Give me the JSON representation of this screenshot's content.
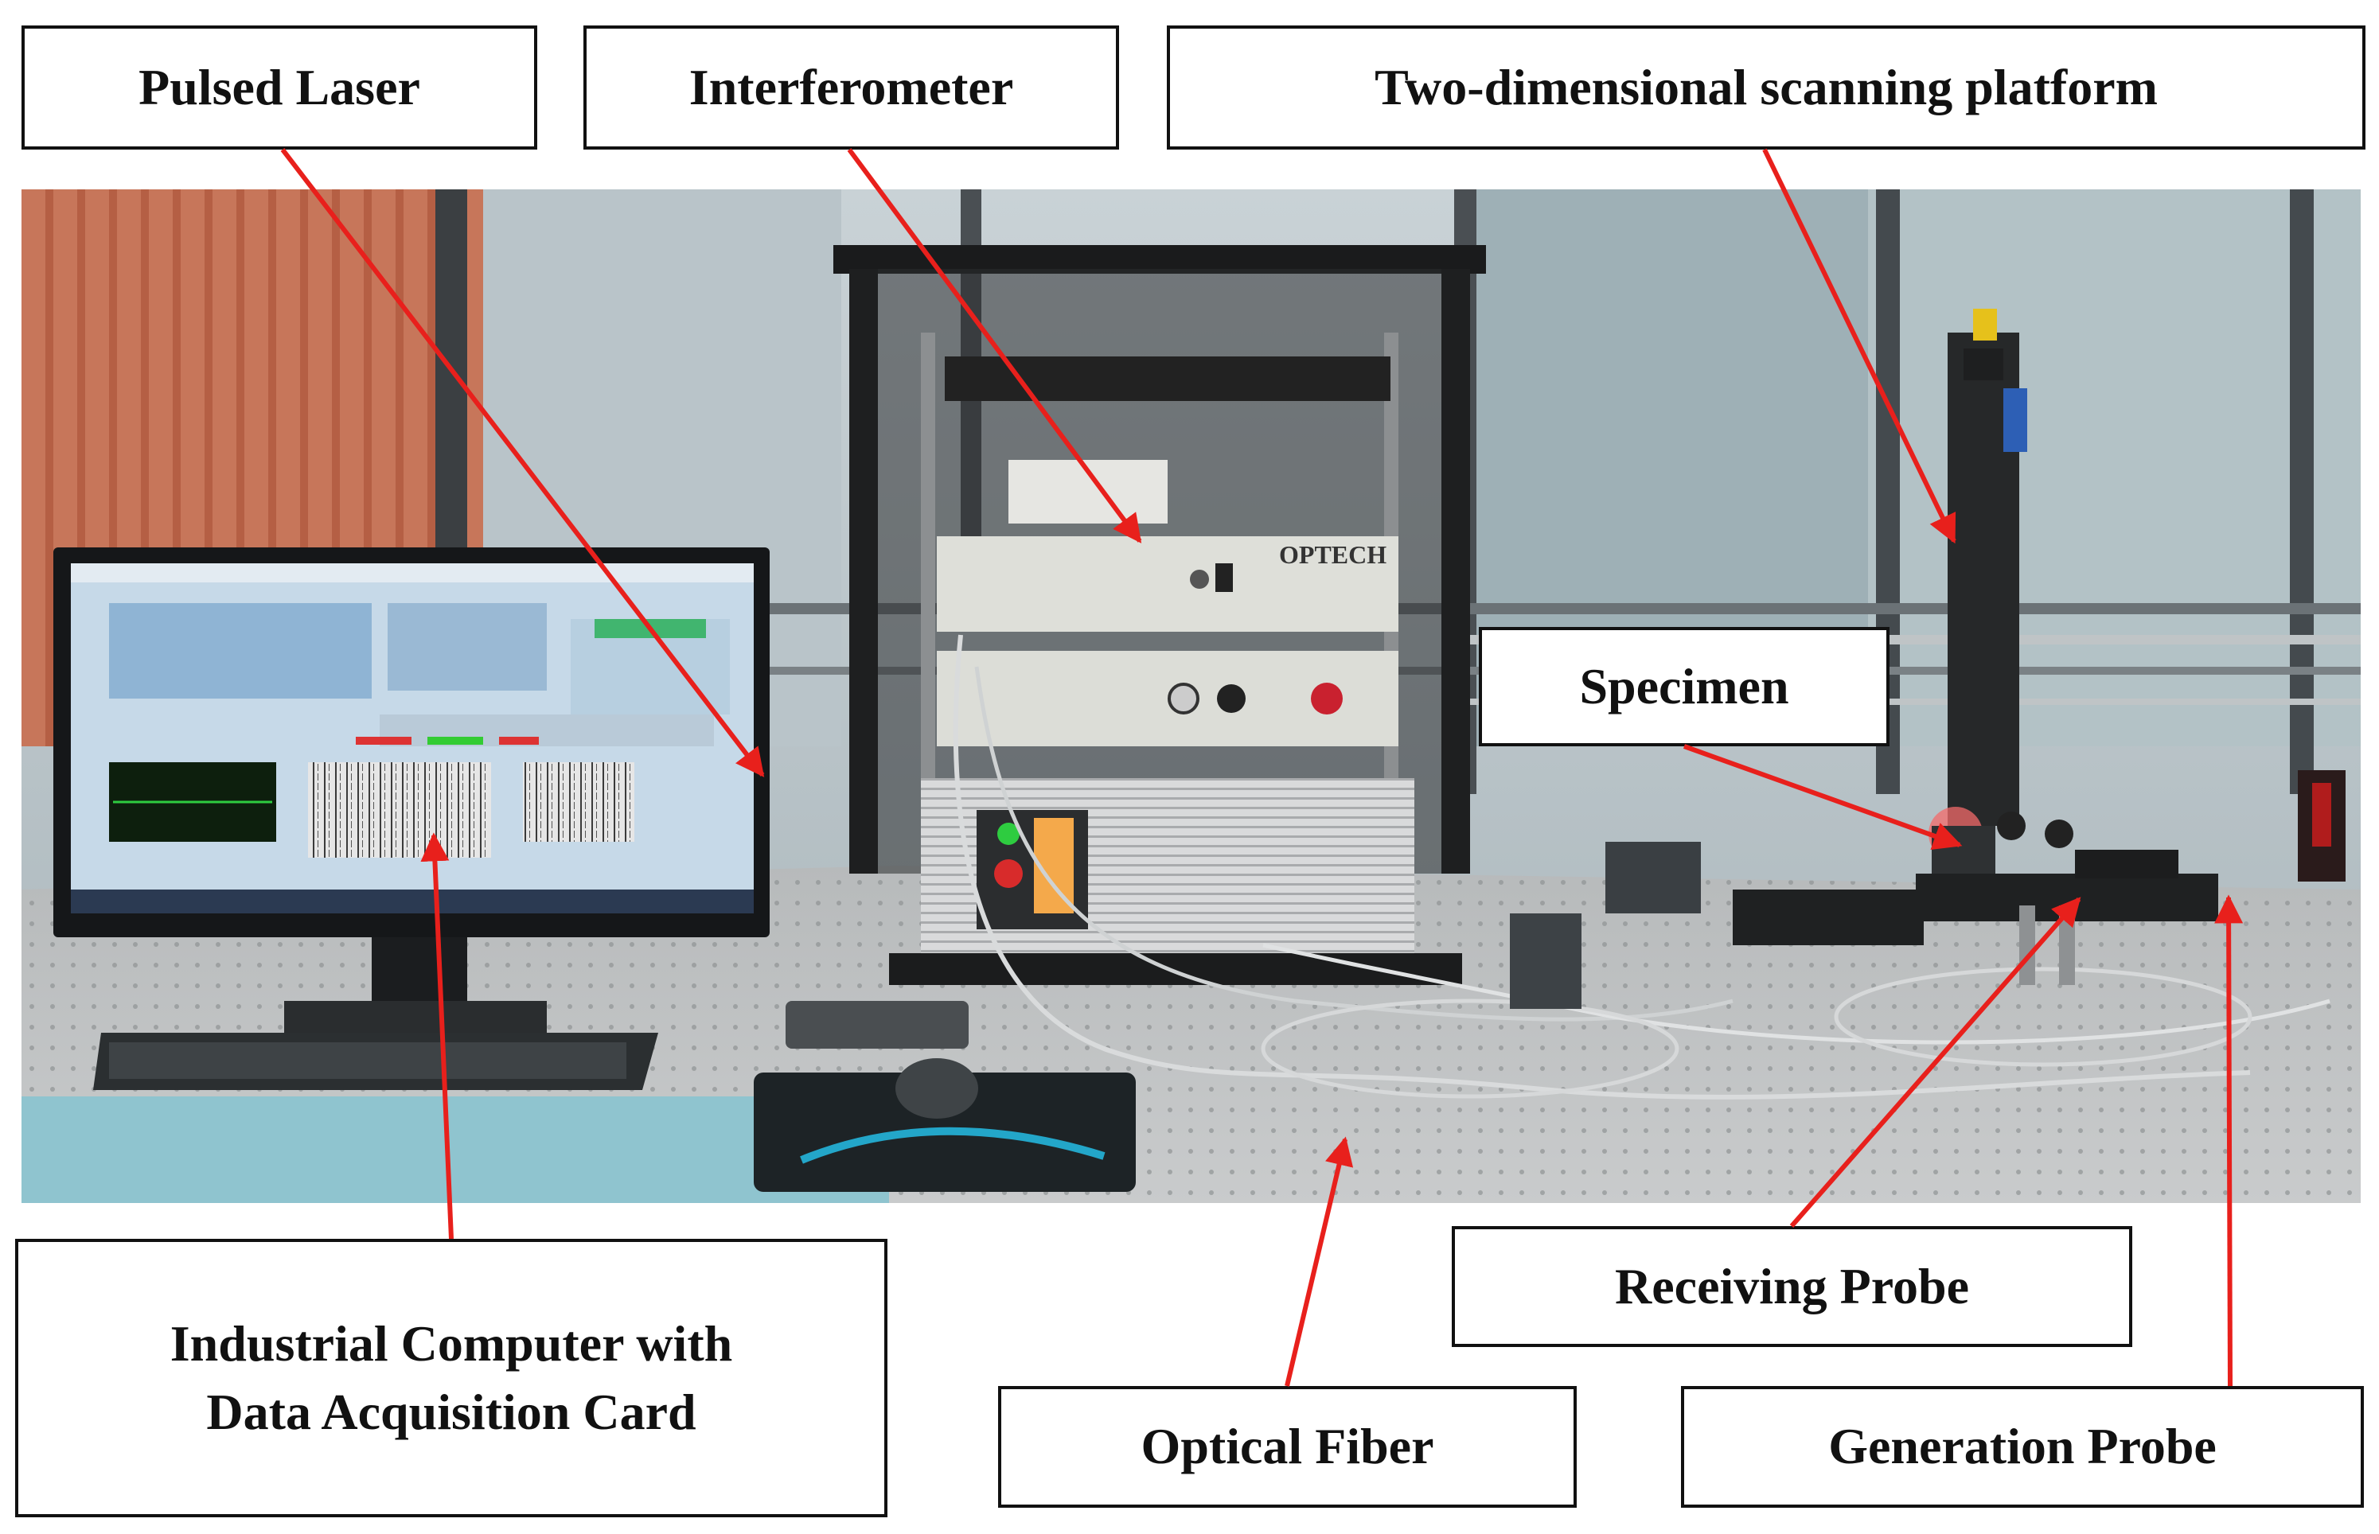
{
  "figure": {
    "labels": {
      "pulsed_laser": "Pulsed Laser",
      "interferometer": "Interferometer",
      "scanning_platform": "Two-dimensional scanning platform",
      "specimen": "Specimen",
      "industrial_computer_line1": "Industrial Computer with",
      "industrial_computer_line2": "Data Acquisition Card",
      "optical_fiber": "Optical Fiber",
      "receiving_probe": "Receiving Probe",
      "generation_probe": "Generation Probe"
    },
    "photo": {
      "rack_brand": "OPTECH"
    },
    "colors": {
      "arrow": "#e8201c",
      "box_border": "#111111",
      "box_fill": "#ffffff"
    }
  }
}
